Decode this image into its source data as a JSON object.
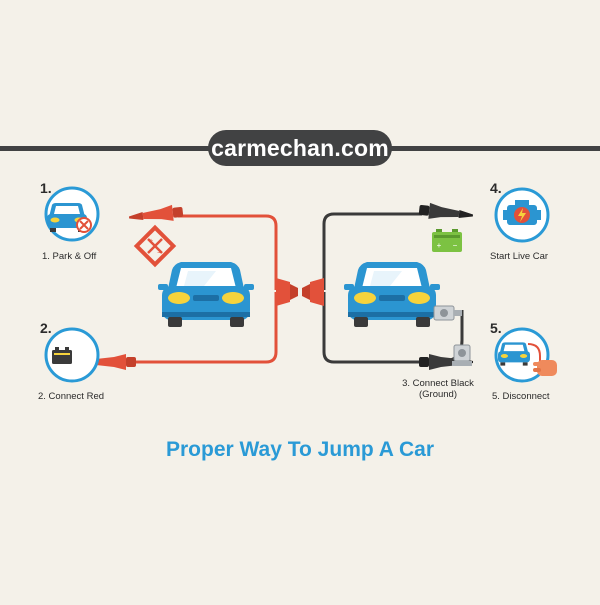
{
  "brand": {
    "name": "carmechan.com"
  },
  "title": "Proper Way To Jump A Car",
  "steps": [
    {
      "number": "1.",
      "label": "1. Park & Off",
      "icon": "car-with-prohibition-icon"
    },
    {
      "number": "2.",
      "label": "2. Connect Red",
      "icon": "battery-with-red-clamp-icon"
    },
    {
      "number": "",
      "label_line1": "3. Connect Black",
      "label_line2": "(Ground)",
      "icon": "engine-ground-bolt-icon"
    },
    {
      "number": "4.",
      "label": "Start Live Car",
      "icon": "engine-lightning-icon"
    },
    {
      "number": "5.",
      "label": "5. Disconnect",
      "icon": "hand-holding-clamp-icon"
    }
  ],
  "battery_terminals": {
    "positive": "+",
    "negative": "−"
  },
  "colors": {
    "background": "#f4f1e9",
    "accent_blue": "#2a9ad6",
    "car_blue": "#1f8fcf",
    "red_cable": "#e2513a",
    "black_cable": "#3a3a3a",
    "dark_bar": "#414243",
    "battery_green": "#7cc242"
  }
}
